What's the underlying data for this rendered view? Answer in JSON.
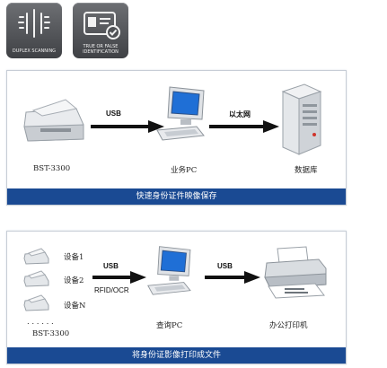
{
  "badges": {
    "duplex": {
      "label": "DUPLEX SCANNING",
      "icon": "duplex-scan-icon"
    },
    "idcheck": {
      "label_line1": "TRUE OR FALSE",
      "label_line2": "IDENTIFICATION",
      "icon": "id-card-check-icon"
    }
  },
  "panel1": {
    "scanner_label": "BST-3300",
    "link1_label": "USB",
    "pc_label": "业务PC",
    "link2_label": "以太网",
    "server_label": "数据库",
    "footer": "快速身份证件映像保存"
  },
  "panel2": {
    "devices": [
      "设备1",
      "设备2",
      "设备N"
    ],
    "ellipsis": ". . .      . . .",
    "scanner_label": "BST-3300",
    "link1_label": "USB",
    "link1_sublabel": "RFID/OCR",
    "pc_label": "查询PC",
    "link2_label": "USB",
    "printer_label": "办公打印机",
    "footer": "将身份证影像打印成文件"
  },
  "colors": {
    "bar": "#1a4a93",
    "badge": "#4f5155"
  }
}
